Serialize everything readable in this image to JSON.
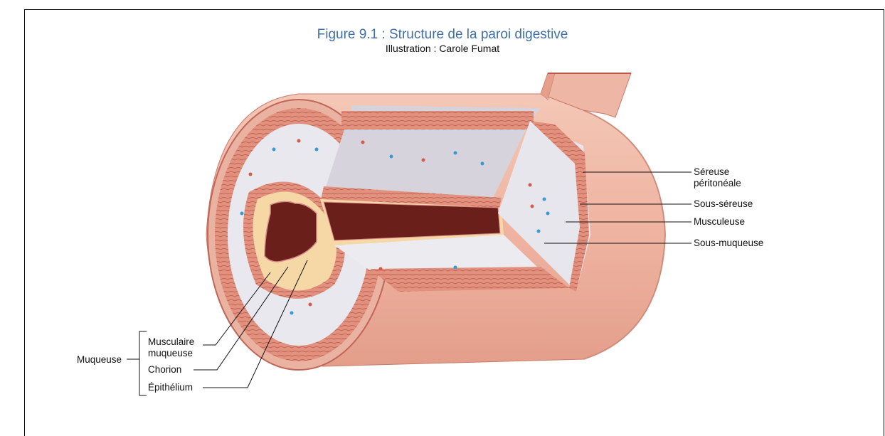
{
  "figure": {
    "title": "Figure 9.1 : Structure de la paroi digestive",
    "subtitle": "Illustration : Carole Fumat"
  },
  "labels": {
    "sereuse_line1": "Séreuse",
    "sereuse_line2": "péritonéale",
    "sous_sereuse": "Sous-séreuse",
    "musculeuse": "Musculeuse",
    "sous_muqueuse": "Sous-muqueuse",
    "muqueuse": "Muqueuse",
    "musculaire_line1": "Musculaire",
    "musculaire_line2": "muqueuse",
    "chorion": "Chorion",
    "epithelium": "Épithélium"
  },
  "colors": {
    "title": "#3f6ea8",
    "outer_wall": "#f0b9a8",
    "muscle": "#dd8c7a",
    "submucosa": "#e6e6ec",
    "chorion": "#f7d9a4",
    "lumen": "#6b1f1a"
  }
}
